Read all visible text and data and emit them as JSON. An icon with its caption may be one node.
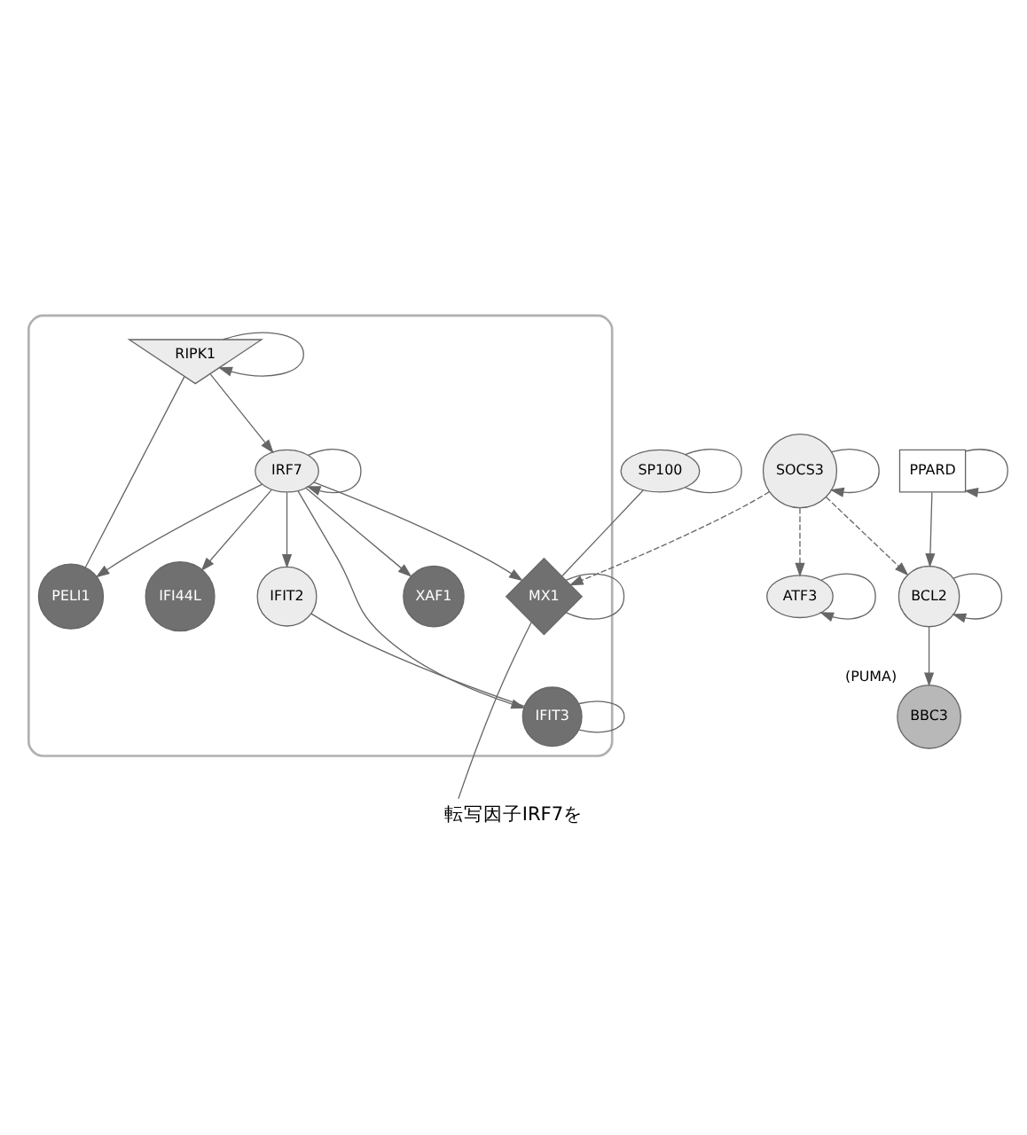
{
  "diagram": {
    "caption": "転写因子IRF7を",
    "nodes": [
      {
        "text": [
          "BBC3"
        ],
        "beside": [
          "(PUMA)"
        ]
      },
      {
        "text": [
          "ATF3"
        ]
      },
      {
        "text": [
          "BCL2"
        ]
      },
      {
        "text": [
          "SOCS3"
        ]
      },
      {
        "text": [
          "PPARD"
        ]
      },
      {
        "text": [],
        "shape": "octagon"
      },
      {
        "text": [
          "MX1"
        ],
        "in": 5
      },
      {
        "text": [
          "SP100"
        ]
      },
      {
        "text": [
          "XAF1"
        ],
        "in": 5
      },
      {
        "text": [
          "IFIT2"
        ],
        "in": 5
      },
      {
        "text": [
          "IRF7"
        ],
        "in": 5
      },
      {
        "text": [
          "RIPK1"
        ],
        "in": 5
      },
      {
        "text": [
          "IFIT3"
        ],
        "in": 5
      },
      {
        "text": [
          "PELI1"
        ],
        "in": 5
      },
      {
        "text": [
          "IFI44L"
        ],
        "in": 5
      }
    ],
    "edges": [
      {
        "from": 2,
        "to": 0,
        "arrow": "to"
      },
      {
        "from": 4,
        "to": 2,
        "arrow": "to"
      },
      {
        "from": 3,
        "to": 2,
        "arrow": "to",
        "style": "dashed"
      },
      {
        "from": 3,
        "to": 1,
        "arrow": "to",
        "style": "dashed"
      },
      {
        "from": 3,
        "to": 6,
        "arrow": "to",
        "style": "dashed"
      },
      {
        "from": 7,
        "to": 6,
        "arrow": "none"
      },
      {
        "from": 10,
        "to": 6,
        "arrow": "to"
      },
      {
        "from": 10,
        "to": 8,
        "arrow": "to"
      },
      {
        "from": 10,
        "to": 9,
        "arrow": "to"
      },
      {
        "from": 10,
        "to": 12,
        "arrow": "to"
      },
      {
        "from": 10,
        "to": 14,
        "arrow": "to"
      },
      {
        "from": 10,
        "to": 13,
        "arrow": "to"
      },
      {
        "from": 11,
        "to": 10,
        "arrow": "to"
      },
      {
        "from": 11,
        "to": 13,
        "arrow": "none"
      },
      {
        "from": 9,
        "to": 12,
        "arrow": "none"
      },
      {
        "from": 6,
        "to": null,
        "arrow": "none"
      },
      {
        "from": 2,
        "to": 2,
        "arrow": "to"
      },
      {
        "from": 4,
        "to": 4,
        "arrow": "to"
      },
      {
        "from": 3,
        "to": 3,
        "arrow": "to"
      },
      {
        "from": 1,
        "to": 1,
        "arrow": "to"
      },
      {
        "from": 6,
        "to": 6,
        "arrow": "none"
      },
      {
        "from": 7,
        "to": 7,
        "arrow": "none"
      },
      {
        "from": 10,
        "to": 10,
        "arrow": "to"
      },
      {
        "from": 11,
        "to": 11,
        "arrow": "to"
      },
      {
        "from": 12,
        "to": 12,
        "arrow": "none"
      }
    ]
  }
}
